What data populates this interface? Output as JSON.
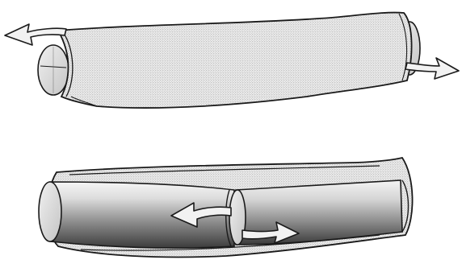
{
  "figure": {
    "panels": [
      {
        "id": "top",
        "depiction": "sleeve-over-tube",
        "arrows": 2
      },
      {
        "id": "bottom",
        "depiction": "split-sleeve-tube",
        "arrows": 2
      }
    ],
    "colors": {
      "stroke": "#1a1a1a",
      "sleeve_fill": "#e6e6e6",
      "tube_light": "#f4f4f4",
      "tube_mid": "#b9b9b9",
      "tube_dark": "#4a4a4a",
      "arrow_fill": "#f2f2f2",
      "background": "#ffffff"
    }
  }
}
